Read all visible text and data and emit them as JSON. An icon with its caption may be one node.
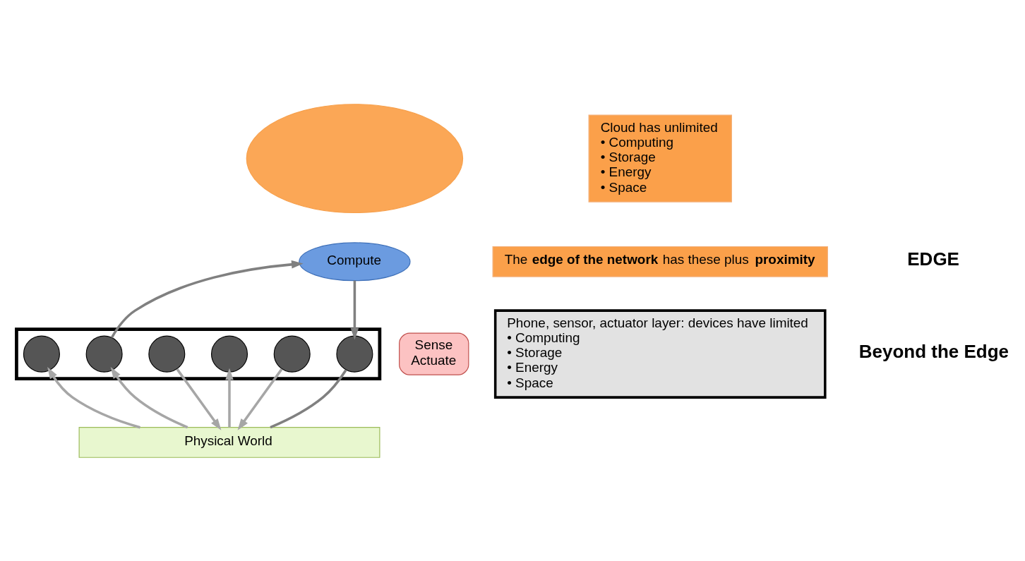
{
  "diagram": {
    "nodes": [
      {
        "text": [],
        "shape": "cloud"
      },
      {
        "text": [
          "Cloud has unlimited",
          "• Computing",
          "• Storage",
          "• Energy",
          "• Space"
        ]
      },
      {
        "text": [
          "The **edge of the network** has these plus **proximity**"
        ]
      },
      {
        "text": [
          "Compute"
        ]
      },
      {
        "text": [],
        "shape": "box"
      },
      {
        "text": [
          "Phone, sensor, actuator layer: devices have limited",
          "• Computing",
          "• Storage",
          "• Energy",
          "• Space"
        ]
      },
      {
        "text": [],
        "shape": "circle",
        "in": 4
      },
      {
        "text": [],
        "shape": "circle",
        "in": 4
      },
      {
        "text": [],
        "shape": "circle",
        "in": 4
      },
      {
        "text": [],
        "shape": "circle",
        "in": 4
      },
      {
        "text": [],
        "shape": "circle",
        "in": 4
      },
      {
        "text": [],
        "shape": "circle",
        "in": 4
      },
      {
        "text": [
          "Sense",
          "Actuate"
        ]
      },
      {
        "text": [
          "Physical World"
        ]
      }
    ],
    "edges": [
      {
        "from": 13,
        "to": 6,
        "arrow": "to"
      },
      {
        "from": 13,
        "to": 7,
        "arrow": "to"
      },
      {
        "from": 8,
        "to": 13,
        "arrow": "to"
      },
      {
        "from": 13,
        "to": 9,
        "arrow": "to"
      },
      {
        "from": 10,
        "to": 13,
        "arrow": "to"
      },
      {
        "from": 11,
        "to": 13,
        "arrow": "none",
        "color": "#808080"
      },
      {
        "from": 7,
        "to": 3,
        "arrow": "to",
        "color": "#808080"
      },
      {
        "from": 3,
        "to": 11,
        "arrow": "to",
        "color": "#808080"
      }
    ],
    "labels": [
      "EDGE",
      "Beyond the Edge"
    ]
  }
}
